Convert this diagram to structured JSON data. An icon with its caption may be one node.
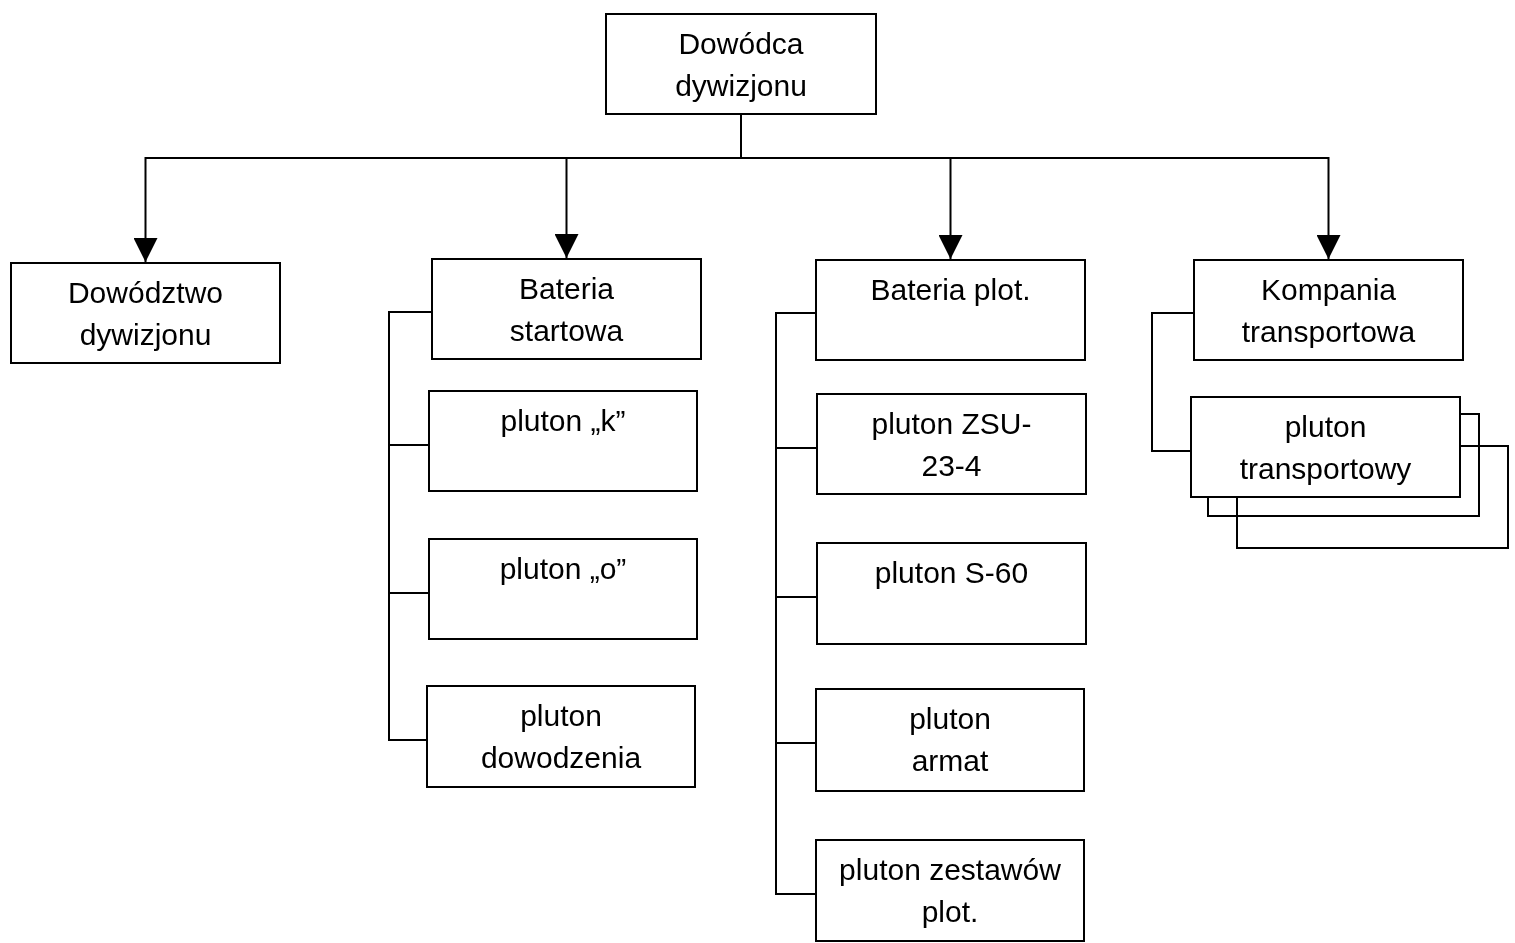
{
  "diagram": {
    "nodes": [
      {
        "text": [
          "Dowódca dywizjonu"
        ]
      },
      {
        "text": [
          "Dowództwo dywizjonu"
        ]
      },
      {
        "text": [
          "Bateria startowa"
        ]
      },
      {
        "text": [
          "pluton „k”"
        ]
      },
      {
        "text": [
          "pluton „o”"
        ]
      },
      {
        "text": [
          "pluton dowodzenia"
        ]
      },
      {
        "text": [
          "Bateria plot."
        ]
      },
      {
        "text": [
          "pluton ZSU-23-4"
        ]
      },
      {
        "text": [
          "pluton S-60"
        ]
      },
      {
        "text": [
          "pluton armat"
        ]
      },
      {
        "text": [
          "pluton zestawów plot."
        ]
      },
      {
        "text": [
          "Kompania transportowa"
        ]
      },
      {
        "text": [
          "pluton transportowy"
        ]
      }
    ],
    "edges": [
      {
        "from": 0,
        "to": 1,
        "arrow": "to"
      },
      {
        "from": 0,
        "to": 2,
        "arrow": "to"
      },
      {
        "from": 0,
        "to": 6,
        "arrow": "to"
      },
      {
        "from": 0,
        "to": 11,
        "arrow": "to"
      },
      {
        "from": 2,
        "to": 3,
        "arrow": "none"
      },
      {
        "from": 2,
        "to": 4,
        "arrow": "none"
      },
      {
        "from": 2,
        "to": 5,
        "arrow": "none"
      },
      {
        "from": 6,
        "to": 7,
        "arrow": "none"
      },
      {
        "from": 6,
        "to": 8,
        "arrow": "none"
      },
      {
        "from": 6,
        "to": 9,
        "arrow": "none"
      },
      {
        "from": 6,
        "to": 10,
        "arrow": "none"
      },
      {
        "from": 11,
        "to": 12,
        "arrow": "none"
      }
    ]
  }
}
